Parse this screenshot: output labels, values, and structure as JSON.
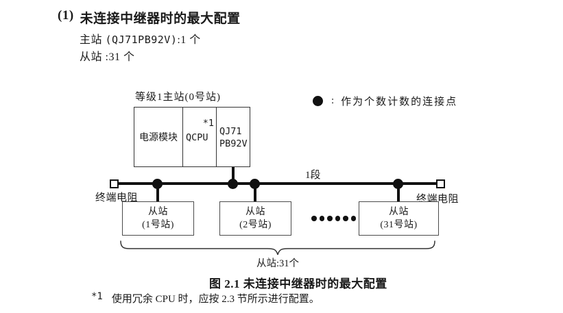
{
  "heading": {
    "number": "(1)",
    "text": "未连接中继器时的最大配置",
    "master_line_prefix": "主站 ",
    "master_line_code": "(QJ71PB92V)",
    "master_line_suffix": ":1 个",
    "slave_line": "从站 :31 个"
  },
  "legend": {
    "colon": ":",
    "text": "作为个数计数的连接点"
  },
  "diagram": {
    "master_label": "等级1主站(0号站)",
    "master_cells": {
      "power": "电源模块",
      "cpu": "QCPU",
      "cpu_ref": "*1",
      "pb_line1": "QJ71",
      "pb_line2": "PB92V"
    },
    "segment_label": "1段",
    "terminator_left": "终端电阻",
    "terminator_right": "终端电阻",
    "slaves": [
      {
        "line1": "从站",
        "line2": "(1号站)"
      },
      {
        "line1": "从站",
        "line2": "(2号站)"
      },
      {
        "line1": "从站",
        "line2": "(31号站)"
      }
    ],
    "brace_label": "从站:31个"
  },
  "caption": "图 2.1 未连接中继器时的最大配置",
  "footnote": {
    "marker": "*1",
    "text": "使用冗余 CPU 时，应按 2.3 节所示进行配置。"
  },
  "colors": {
    "ink": "#1a1a1a",
    "line": "#111111",
    "background": "#ffffff"
  }
}
